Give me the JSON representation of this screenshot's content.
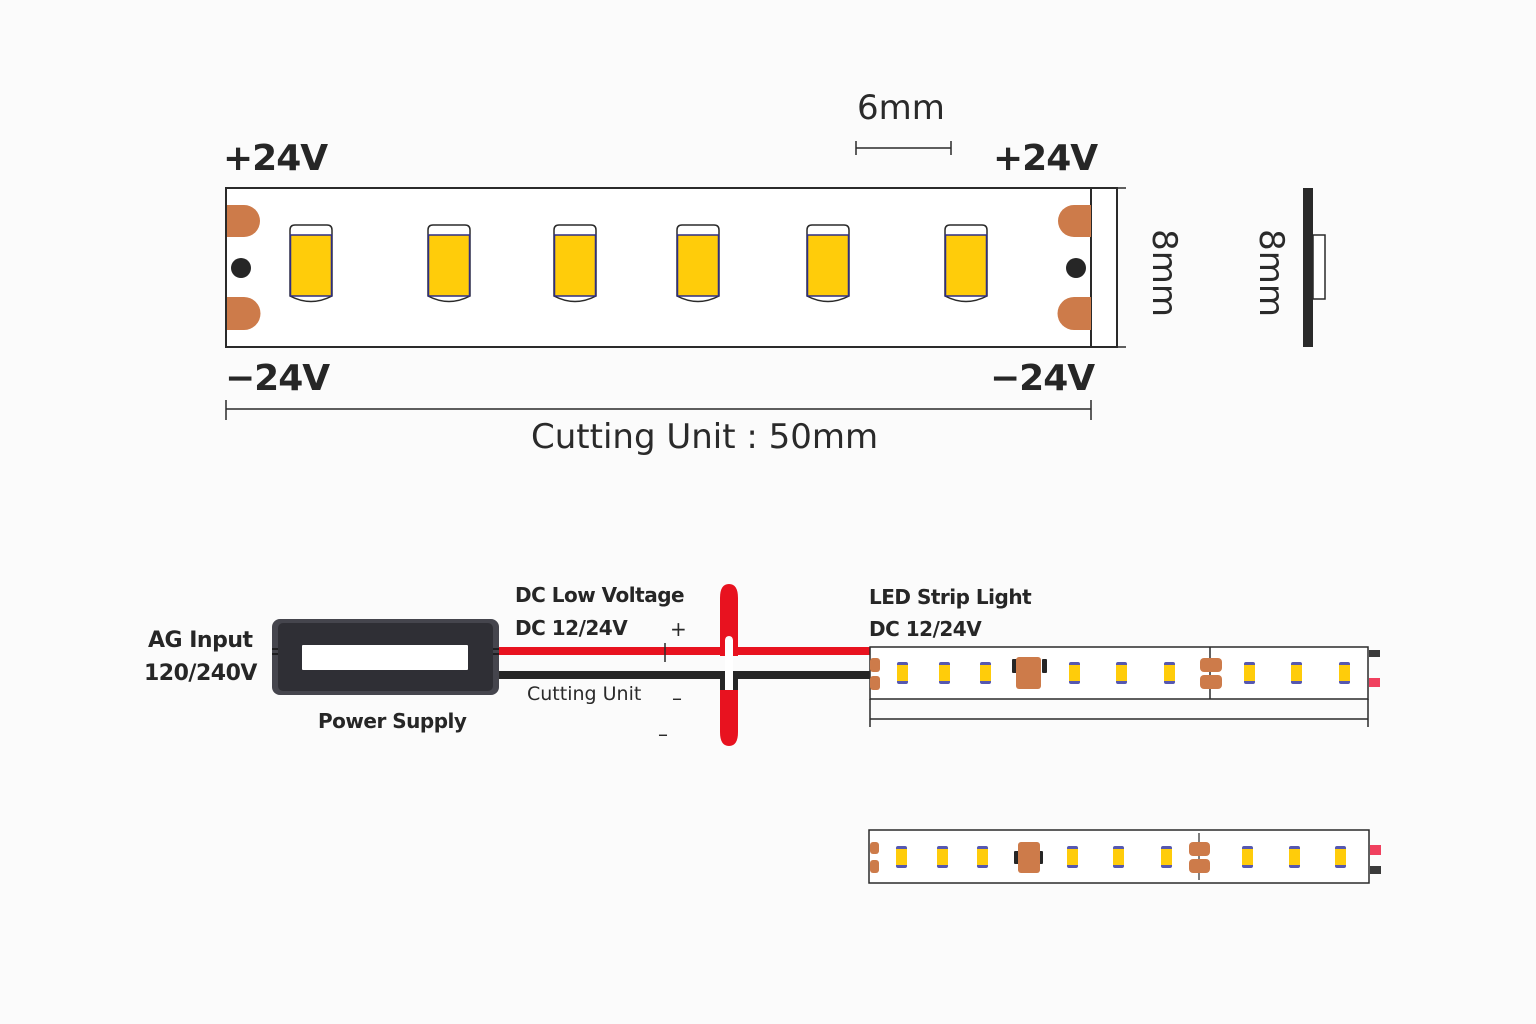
{
  "top_diagram": {
    "plus_left": "+24V",
    "plus_right": "+24V",
    "minus_left": "−24V",
    "minus_right": "−24V",
    "led_pitch_label": "6mm",
    "width_label": "8mm",
    "profile_width_label": "8mm",
    "cutting_unit_label": "Cutting Unit : 50mm",
    "led_count": 6
  },
  "wiring_diagram": {
    "ac_input_line1": "AG Input",
    "ac_input_line2": "120/240V",
    "power_supply_label": "Power Supply",
    "dc_line1": "DC Low Voltage",
    "dc_line2": "DC 12/24V",
    "plus_sign": "+",
    "minus_sign_1": "–",
    "minus_sign_2": "–",
    "cutting_unit_label": "Cutting Unit",
    "strip_label_line1": "LED Strip Light",
    "strip_label_line2": "DC 12/24V"
  },
  "colors": {
    "led_yellow": "#ffcc0a",
    "led_outline": "#2e2e86",
    "copper_pad": "#cd7b4a",
    "wire_red": "#e8121f",
    "wire_black": "#2a2a2a",
    "power_supply_body": "#2f2f35",
    "connector_pink": "#f0405e"
  }
}
